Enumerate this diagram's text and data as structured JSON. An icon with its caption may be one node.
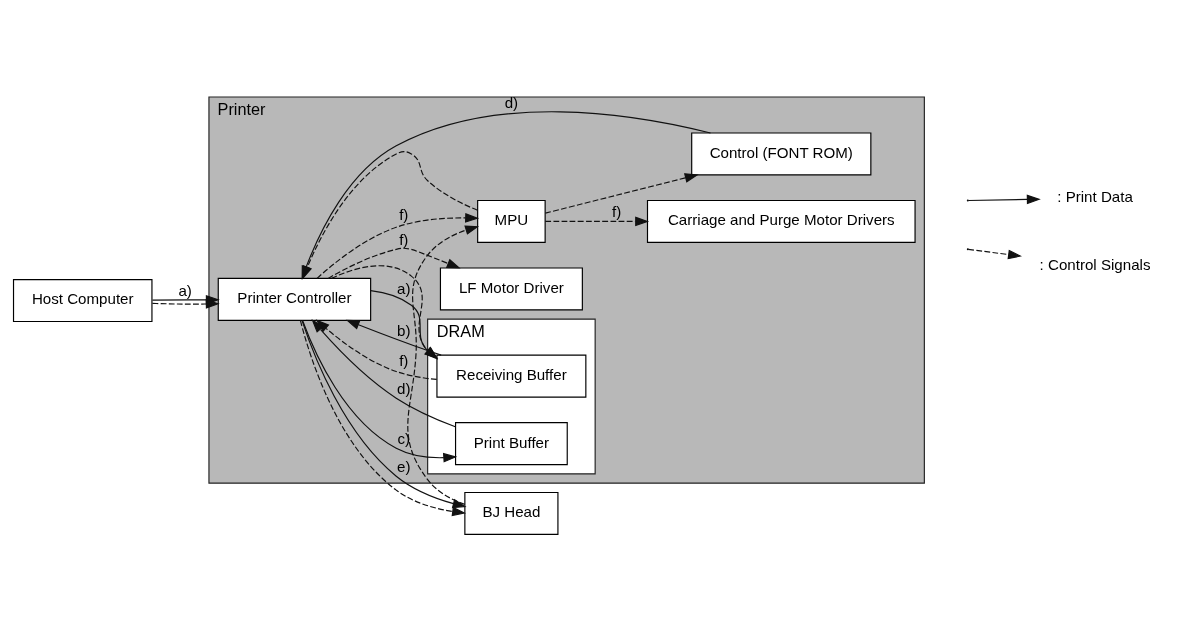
{
  "diagram": {
    "nodes": [
      {
        "text": [
          "Host Computer"
        ]
      },
      {
        "text": [
          "Printer"
        ]
      },
      {
        "text": [
          "Printer Controller"
        ],
        "in": 1
      },
      {
        "text": [
          "DRAM"
        ],
        "in": 1
      },
      {
        "text": [
          "Receiving Buffer"
        ],
        "in": 3
      },
      {
        "text": [
          "Print Buffer"
        ],
        "in": 3
      },
      {
        "text": [
          "MPU"
        ],
        "in": 1
      },
      {
        "text": [
          "Control (FONT ROM)"
        ],
        "in": 1
      },
      {
        "text": [
          "LF Motor Driver"
        ],
        "in": 1
      },
      {
        "text": [
          "Carriage and Purge Motor Drivers"
        ],
        "in": 1
      },
      {
        "text": [
          "BJ Head"
        ]
      }
    ],
    "edges": [
      {
        "from": 0,
        "to": 2,
        "arrow": "to",
        "label": "a)"
      },
      {
        "from": 0,
        "to": 2,
        "arrow": "to",
        "style": "dashed"
      },
      {
        "from": 2,
        "to": 4,
        "arrow": "to",
        "label": "a)"
      },
      {
        "from": 2,
        "to": 4,
        "arrow": "to",
        "style": "dashed"
      },
      {
        "from": 4,
        "to": 2,
        "arrow": "to",
        "style": "dashed"
      },
      {
        "from": 4,
        "to": 2,
        "arrow": "to",
        "label": "b)"
      },
      {
        "from": 2,
        "to": 5,
        "arrow": "to",
        "label": "c)"
      },
      {
        "from": 5,
        "to": 2,
        "arrow": "to",
        "label": "d)"
      },
      {
        "from": 7,
        "to": 2,
        "arrow": "to",
        "label": "d)"
      },
      {
        "from": 2,
        "to": 10,
        "arrow": "to",
        "label": "e)"
      },
      {
        "from": 2,
        "to": 10,
        "arrow": "to",
        "style": "dashed"
      },
      {
        "from": 6,
        "to": 2,
        "arrow": "to",
        "style": "dashed"
      },
      {
        "from": 2,
        "to": 6,
        "arrow": "to",
        "style": "dashed",
        "label": "f)"
      },
      {
        "from": 10,
        "to": 6,
        "arrow": "to",
        "style": "dashed",
        "label": "f)"
      },
      {
        "from": 6,
        "to": 7,
        "arrow": "to",
        "style": "dashed"
      },
      {
        "from": 2,
        "to": 8,
        "arrow": "to",
        "style": "dashed",
        "label": "f)"
      },
      {
        "from": 6,
        "to": 9,
        "arrow": "to",
        "style": "dashed",
        "label": "f)"
      }
    ],
    "legend": [
      {
        "text": ": Print Data"
      },
      {
        "text": ": Control Signals"
      }
    ]
  }
}
